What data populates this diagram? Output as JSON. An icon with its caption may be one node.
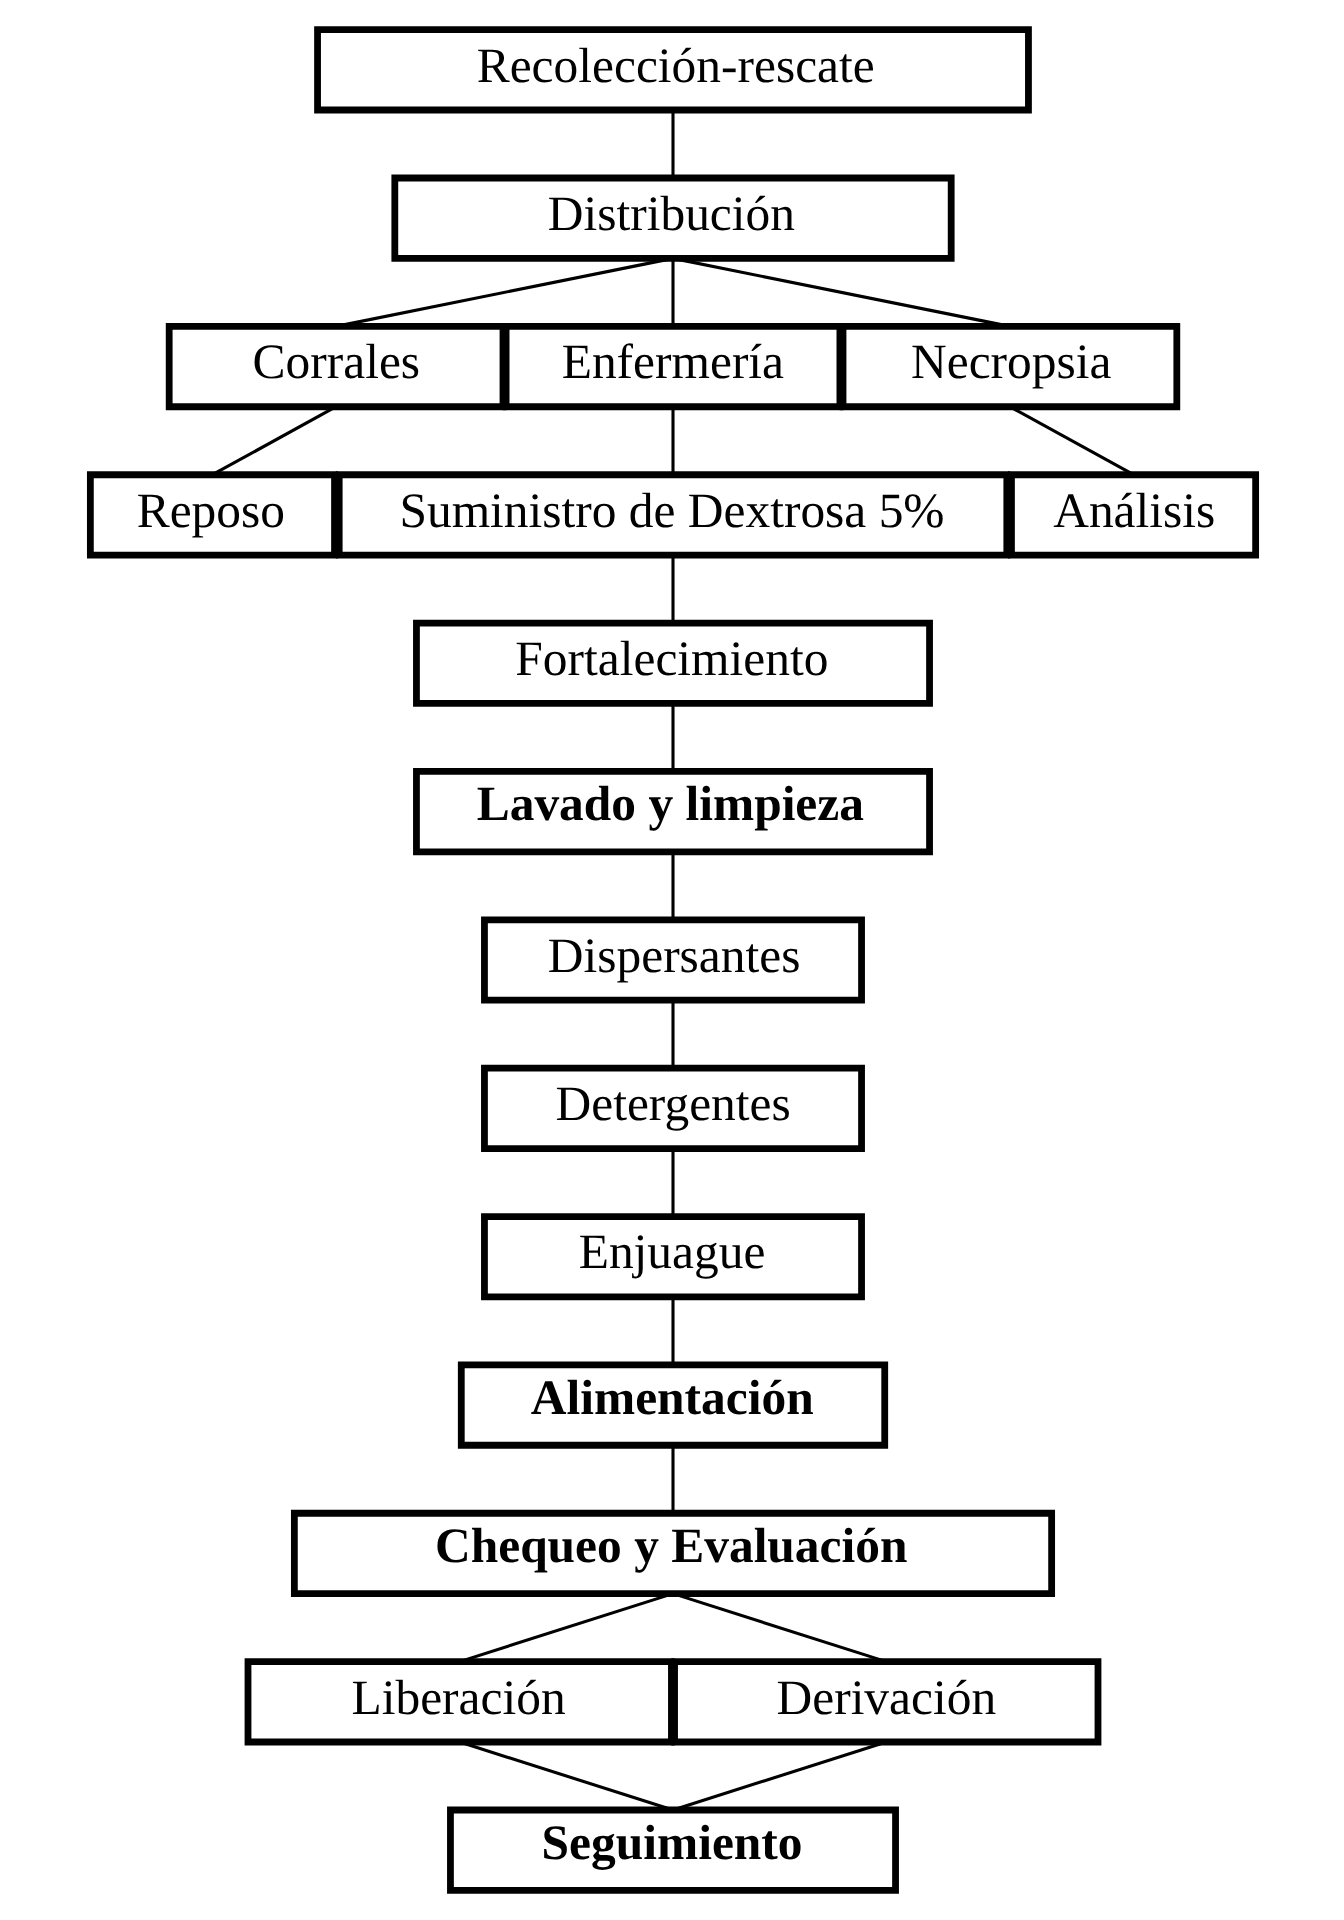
{
  "diagram": {
    "nodes": [
      {
        "text": [
          "Recolección-rescate"
        ]
      },
      {
        "text": [
          "Distribución"
        ]
      },
      {
        "text": [
          "Corrales"
        ]
      },
      {
        "text": [
          "Enfermería"
        ]
      },
      {
        "text": [
          "Necropsia"
        ]
      },
      {
        "text": [
          "Reposo"
        ]
      },
      {
        "text": [
          "Suministro de Dextrosa 5%"
        ]
      },
      {
        "text": [
          "Análisis"
        ]
      },
      {
        "text": [
          "Fortalecimiento"
        ]
      },
      {
        "text": [
          "Lavado y limpieza"
        ]
      },
      {
        "text": [
          "Dispersantes"
        ]
      },
      {
        "text": [
          "Detergentes"
        ]
      },
      {
        "text": [
          "Enjuague"
        ]
      },
      {
        "text": [
          "Alimentación"
        ]
      },
      {
        "text": [
          "Chequeo y Evaluación"
        ]
      },
      {
        "text": [
          "Liberación"
        ]
      },
      {
        "text": [
          "Derivación"
        ]
      },
      {
        "text": [
          "Seguimiento"
        ]
      }
    ],
    "edges": [
      {
        "from": 0,
        "to": 1,
        "arrow": "none"
      },
      {
        "from": 1,
        "to": 2,
        "arrow": "none"
      },
      {
        "from": 1,
        "to": 3,
        "arrow": "none"
      },
      {
        "from": 1,
        "to": 4,
        "arrow": "none"
      },
      {
        "from": 2,
        "to": 5,
        "arrow": "none"
      },
      {
        "from": 3,
        "to": 6,
        "arrow": "none"
      },
      {
        "from": 4,
        "to": 7,
        "arrow": "none"
      },
      {
        "from": 6,
        "to": 8,
        "arrow": "none"
      },
      {
        "from": 8,
        "to": 9,
        "arrow": "none"
      },
      {
        "from": 9,
        "to": 10,
        "arrow": "none"
      },
      {
        "from": 10,
        "to": 11,
        "arrow": "none"
      },
      {
        "from": 11,
        "to": 12,
        "arrow": "none"
      },
      {
        "from": 12,
        "to": 13,
        "arrow": "none"
      },
      {
        "from": 13,
        "to": 14,
        "arrow": "none"
      },
      {
        "from": 14,
        "to": 15,
        "arrow": "none"
      },
      {
        "from": 14,
        "to": 16,
        "arrow": "none"
      },
      {
        "from": 15,
        "to": 17,
        "arrow": "none"
      },
      {
        "from": 16,
        "to": 17,
        "arrow": "none"
      }
    ]
  }
}
